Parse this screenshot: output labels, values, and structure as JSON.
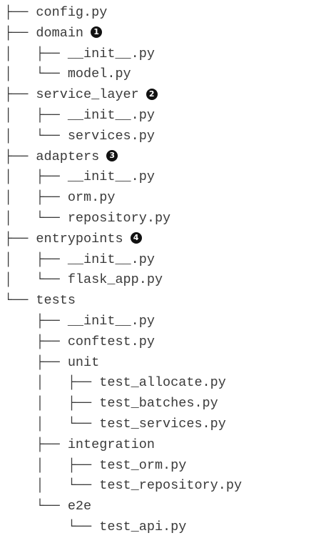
{
  "tree": [
    {
      "prefix": "├── ",
      "name": "config.py"
    },
    {
      "prefix": "├── ",
      "name": "domain",
      "badge": "1"
    },
    {
      "prefix": "│   ├── ",
      "name": "__init__.py"
    },
    {
      "prefix": "│   └── ",
      "name": "model.py"
    },
    {
      "prefix": "├── ",
      "name": "service_layer",
      "badge": "2"
    },
    {
      "prefix": "│   ├── ",
      "name": "__init__.py"
    },
    {
      "prefix": "│   └── ",
      "name": "services.py"
    },
    {
      "prefix": "├── ",
      "name": "adapters",
      "badge": "3"
    },
    {
      "prefix": "│   ├── ",
      "name": "__init__.py"
    },
    {
      "prefix": "│   ├── ",
      "name": "orm.py"
    },
    {
      "prefix": "│   └── ",
      "name": "repository.py"
    },
    {
      "prefix": "├── ",
      "name": "entrypoints",
      "badge": "4"
    },
    {
      "prefix": "│   ├── ",
      "name": "__init__.py"
    },
    {
      "prefix": "│   └── ",
      "name": "flask_app.py"
    },
    {
      "prefix": "└── ",
      "name": "tests"
    },
    {
      "prefix": "    ├── ",
      "name": "__init__.py"
    },
    {
      "prefix": "    ├── ",
      "name": "conftest.py"
    },
    {
      "prefix": "    ├── ",
      "name": "unit"
    },
    {
      "prefix": "    │   ├── ",
      "name": "test_allocate.py"
    },
    {
      "prefix": "    │   ├── ",
      "name": "test_batches.py"
    },
    {
      "prefix": "    │   └── ",
      "name": "test_services.py"
    },
    {
      "prefix": "    ├── ",
      "name": "integration"
    },
    {
      "prefix": "    │   ├── ",
      "name": "test_orm.py"
    },
    {
      "prefix": "    │   └── ",
      "name": "test_repository.py"
    },
    {
      "prefix": "    └── ",
      "name": "e2e"
    },
    {
      "prefix": "        └── ",
      "name": "test_api.py"
    }
  ]
}
